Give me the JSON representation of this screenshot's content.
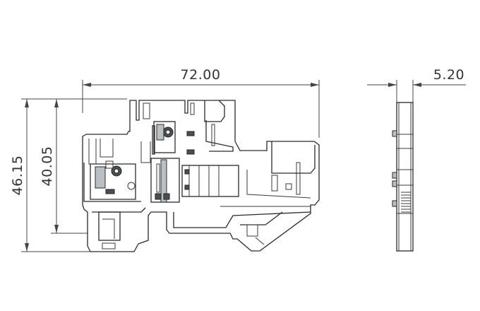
{
  "dimensions": {
    "width": "72.00",
    "height_total": "46.15",
    "height_inner": "40.05",
    "side_width": "5.20"
  },
  "colors": {
    "line": "#2a2a2a",
    "fill_gray": "#b9bfc3",
    "fill_dark": "#4a4f53",
    "background": "#ffffff"
  }
}
